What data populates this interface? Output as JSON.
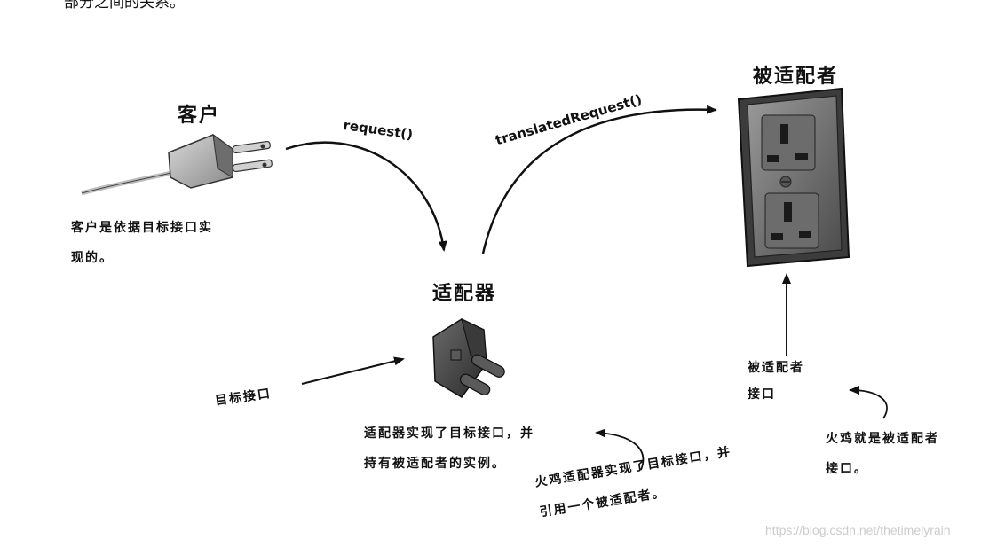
{
  "intro_text": "部分之间的关系。",
  "client": {
    "title": "客户",
    "note_lines": [
      "客户是依据目标接口实",
      "现的。"
    ]
  },
  "adapter": {
    "title": "适配器",
    "note_lines": [
      "适配器实现了目标接口，并",
      "持有被适配者的实例。"
    ]
  },
  "adaptee": {
    "title": "被适配者",
    "interface_lines": [
      "被适配者",
      "接口"
    ],
    "note_lines": [
      "火鸡就是被适配者",
      "接口。"
    ]
  },
  "target_interface_label": "目标接口",
  "turkey_adapter_note": [
    "火鸡适配器实现了目标接口，并",
    "引用一个被适配者。"
  ],
  "calls": {
    "request": "request()",
    "translated": "translatedRequest()"
  },
  "watermark": "https://blog.csdn.net/thetimelyrain"
}
